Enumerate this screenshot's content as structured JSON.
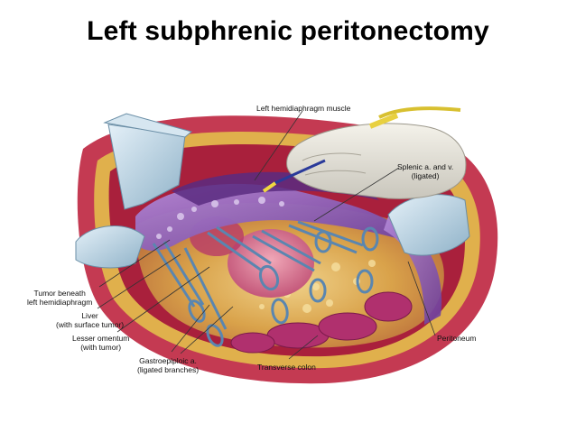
{
  "title": "Left subphrenic peritonectomy",
  "labels": {
    "hemidiaphragm": "Left hemidiaphragm muscle",
    "splenic_line1": "Splenic a. and v.",
    "splenic_line2": "(ligated)",
    "tumor_line1": "Tumor beneath",
    "tumor_line2": "left hemidiaphragm",
    "liver_line1": "Liver",
    "liver_line2": "(with surface tumor)",
    "omentum_line1": "Lesser omentum",
    "omentum_line2": "(with tumor)",
    "gastro_line1": "Gastroepiploic a.",
    "gastro_line2": "(ligated branches)",
    "colon": "Transverse colon",
    "peritoneum": "Peritoneum"
  },
  "colors": {
    "tissue_red": "#c8304a",
    "peritoneum_purple": "#8a55b8",
    "fat_yellow": "#e8c25a",
    "retractor_blue": "#a8c8dc",
    "glove": "#e4e2da"
  }
}
